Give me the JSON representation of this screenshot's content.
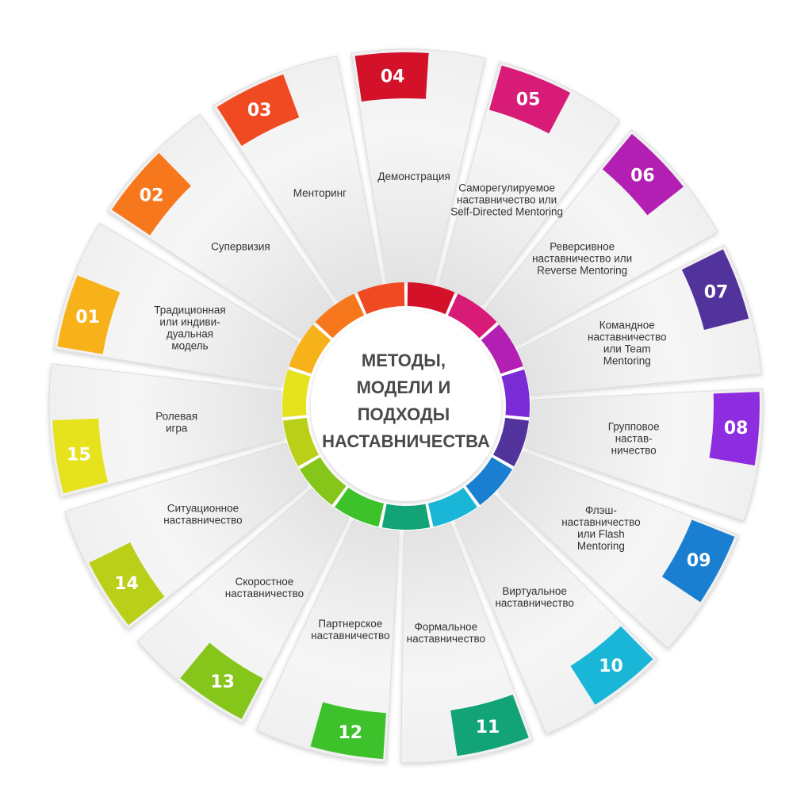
{
  "center_title": [
    "МЕТОДЫ,",
    "МОДЕЛИ И",
    "ПОДХОДЫ",
    "НАСТАВНИЧЕСТВА"
  ],
  "segments": [
    {
      "number": "01",
      "lines": [
        "Традиционная",
        "или индиви-",
        "дуальная",
        "модель"
      ],
      "color": "#f7b21a"
    },
    {
      "number": "02",
      "lines": [
        "Супервизия"
      ],
      "color": "#f7781c"
    },
    {
      "number": "03",
      "lines": [
        "Менторинг"
      ],
      "color": "#f04a23"
    },
    {
      "number": "04",
      "lines": [
        "Демонстрация"
      ],
      "color": "#d3122a"
    },
    {
      "number": "05",
      "lines": [
        "Саморегулируемое",
        "наставничество или",
        "Self-Directed Mentoring"
      ],
      "color": "#d81b76"
    },
    {
      "number": "06",
      "lines": [
        "Реверсивное",
        "наставничество или",
        "Reverse Mentoring"
      ],
      "color": "#b21fb2"
    },
    {
      "number": "07",
      "lines": [
        "Командное",
        "наставничество",
        "или Team",
        "Mentoring"
      ],
      "color": "#52339c"
    },
    {
      "number": "08",
      "lines": [
        "Групповое",
        "настав-",
        "ничество"
      ],
      "color": "#8e2ce0"
    },
    {
      "number": "09",
      "lines": [
        "Флэш-",
        "наставничество",
        "или Flash",
        "Mentoring"
      ],
      "color": "#1a7fd1"
    },
    {
      "number": "10",
      "lines": [
        "Виртуальное",
        "наставничество"
      ],
      "color": "#1ab6d8"
    },
    {
      "number": "11",
      "lines": [
        "Формальное",
        "наставничество"
      ],
      "color": "#12a377"
    },
    {
      "number": "12",
      "lines": [
        "Партнерское",
        "наставничество"
      ],
      "color": "#3ec22b"
    },
    {
      "number": "13",
      "lines": [
        "Скоростное",
        "наставничество"
      ],
      "color": "#86c61a"
    },
    {
      "number": "14",
      "lines": [
        "Ситуационное",
        "наставничество"
      ],
      "color": "#b9cf18"
    },
    {
      "number": "15",
      "lines": [
        "Ролевая",
        "игра"
      ],
      "color": "#e6e21e"
    }
  ],
  "inner_ring_colors": [
    "#e6e21e",
    "#f7b21a",
    "#f7781c",
    "#f04a23",
    "#d3122a",
    "#d81b76",
    "#b21fb2",
    "#7a2bd6",
    "#52339c",
    "#1a7fd1",
    "#1ab6d8",
    "#12a377",
    "#3ec22b",
    "#86c61a",
    "#b9cf18"
  ]
}
